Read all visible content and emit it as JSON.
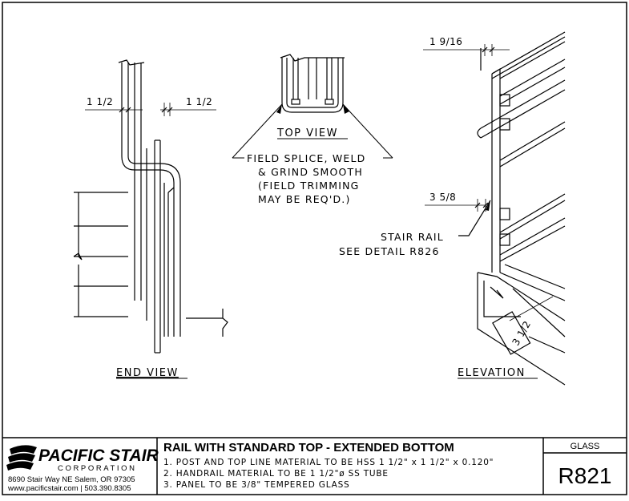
{
  "drawing": {
    "end_view": {
      "label": "END VIEW",
      "dim_left": "1 1/2",
      "dim_right": "1 1/2"
    },
    "top_view": {
      "label": "TOP VIEW",
      "note_lines": [
        "FIELD SPLICE, WELD",
        "& GRIND SMOOTH",
        "(FIELD TRIMMING",
        "MAY BE REQ'D.)"
      ]
    },
    "elevation": {
      "label": "ELEVATION",
      "dim_top": "1 9/16",
      "dim_mid": "3 5/8",
      "dim_angle": "3 1/2",
      "callout_lines": [
        "STAIR RAIL",
        "SEE DETAIL R826"
      ]
    }
  },
  "title_block": {
    "company": "PACIFIC STAIR",
    "corporation": "CORPORATION",
    "address": "8690 Stair Way NE Salem, OR 97305",
    "contact": "www.pacificstair.com  |  503.390.8305",
    "title": "RAIL WITH STANDARD TOP - EXTENDED BOTTOM",
    "notes": [
      "1. POST AND TOP LINE MATERIAL TO BE HSS 1 1/2\" x 1 1/2\" x 0.120\"",
      "2. HANDRAIL MATERIAL TO BE 1 1/2\"ø SS TUBE",
      "3. PANEL TO BE 3/8\" TEMPERED GLASS"
    ],
    "category": "GLASS",
    "detail_code": "R821"
  }
}
